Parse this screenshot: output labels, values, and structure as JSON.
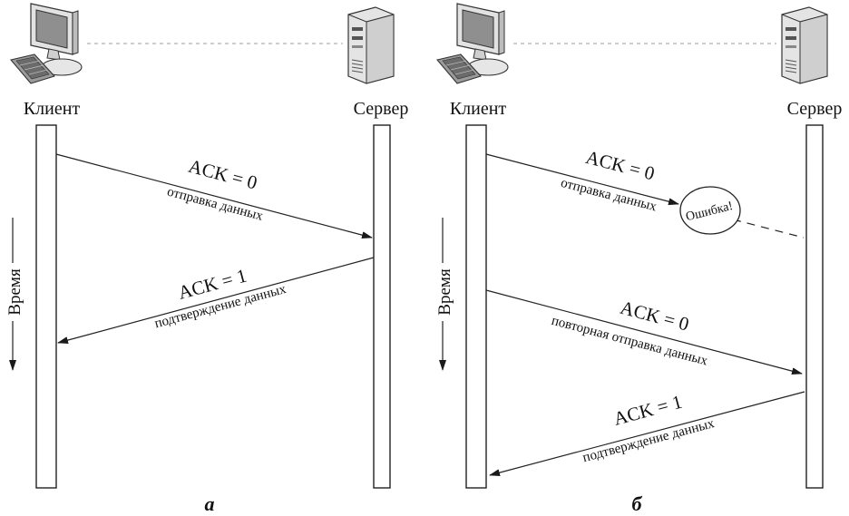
{
  "diagram_a": {
    "client_label": "Клиент",
    "server_label": "Сервер",
    "time_label": "Время",
    "msg1": {
      "ack": "ACK = 0",
      "desc": "отправка данных"
    },
    "msg2": {
      "ack": "ACK = 1",
      "desc": "подтверждение данных"
    },
    "caption": "а"
  },
  "diagram_b": {
    "client_label": "Клиент",
    "server_label": "Сервер",
    "time_label": "Время",
    "msg1": {
      "ack": "ACK = 0",
      "desc": "отправка данных"
    },
    "error_label": "Ошибка!",
    "msg2": {
      "ack": "ACK = 0",
      "desc": "повторная отправка данных"
    },
    "msg3": {
      "ack": "ACK = 1",
      "desc": "подтверждение данных"
    },
    "caption": "б"
  },
  "colors": {
    "line": "#1a1a1a",
    "dashed_link": "#b0b0b0",
    "computer_body": "#d9d9d9",
    "computer_dark": "#6b6b6b"
  },
  "icons": {
    "client": "desktop-computer-icon",
    "server": "server-tower-icon"
  }
}
